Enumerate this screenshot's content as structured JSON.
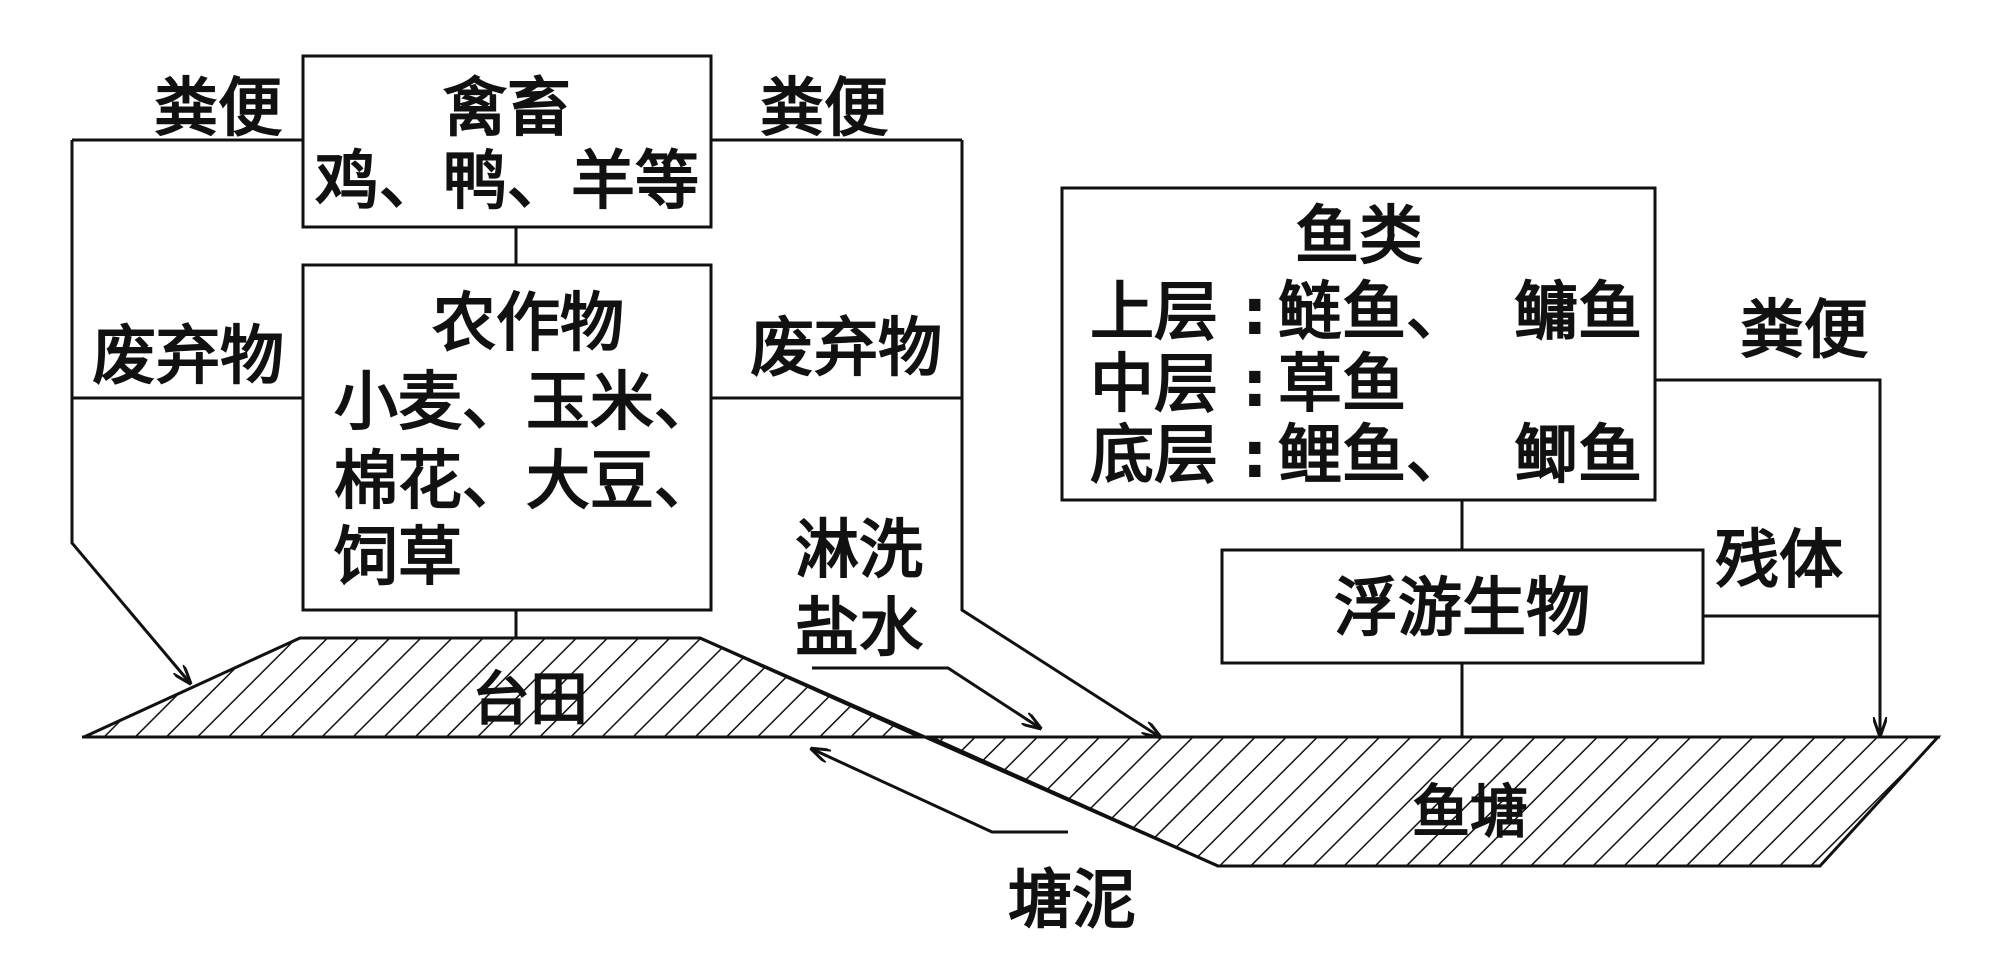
{
  "livestock_box": {
    "title": "禽畜",
    "subtitle": "鸡、鸭、羊等"
  },
  "crops_box": {
    "title": "农作物",
    "lines": [
      "小麦、玉米、",
      "棉花、大豆、",
      "饲草"
    ]
  },
  "fish_box": {
    "title": "鱼类",
    "rows": [
      {
        "layer": "上层",
        "fish": "鲢鱼、",
        "fish2": "鳙鱼"
      },
      {
        "layer": "中层",
        "fish": "草鱼",
        "fish2": ""
      },
      {
        "layer": "底层",
        "fish": "鲤鱼、",
        "fish2": "鲫鱼"
      }
    ]
  },
  "plankton_box": {
    "label": "浮游生物"
  },
  "labels": {
    "manure_left": "粪便",
    "manure_right": "粪便",
    "manure_fish": "粪便",
    "waste_left": "废弃物",
    "waste_right": "废弃物",
    "leaching_1": "淋洗",
    "leaching_2": "盐水",
    "remains": "残体",
    "terrace_field": "台田",
    "fish_pond": "鱼塘",
    "pond_mud": "塘泥"
  },
  "colors": {
    "ink": "#111111",
    "background": "#ffffff"
  }
}
